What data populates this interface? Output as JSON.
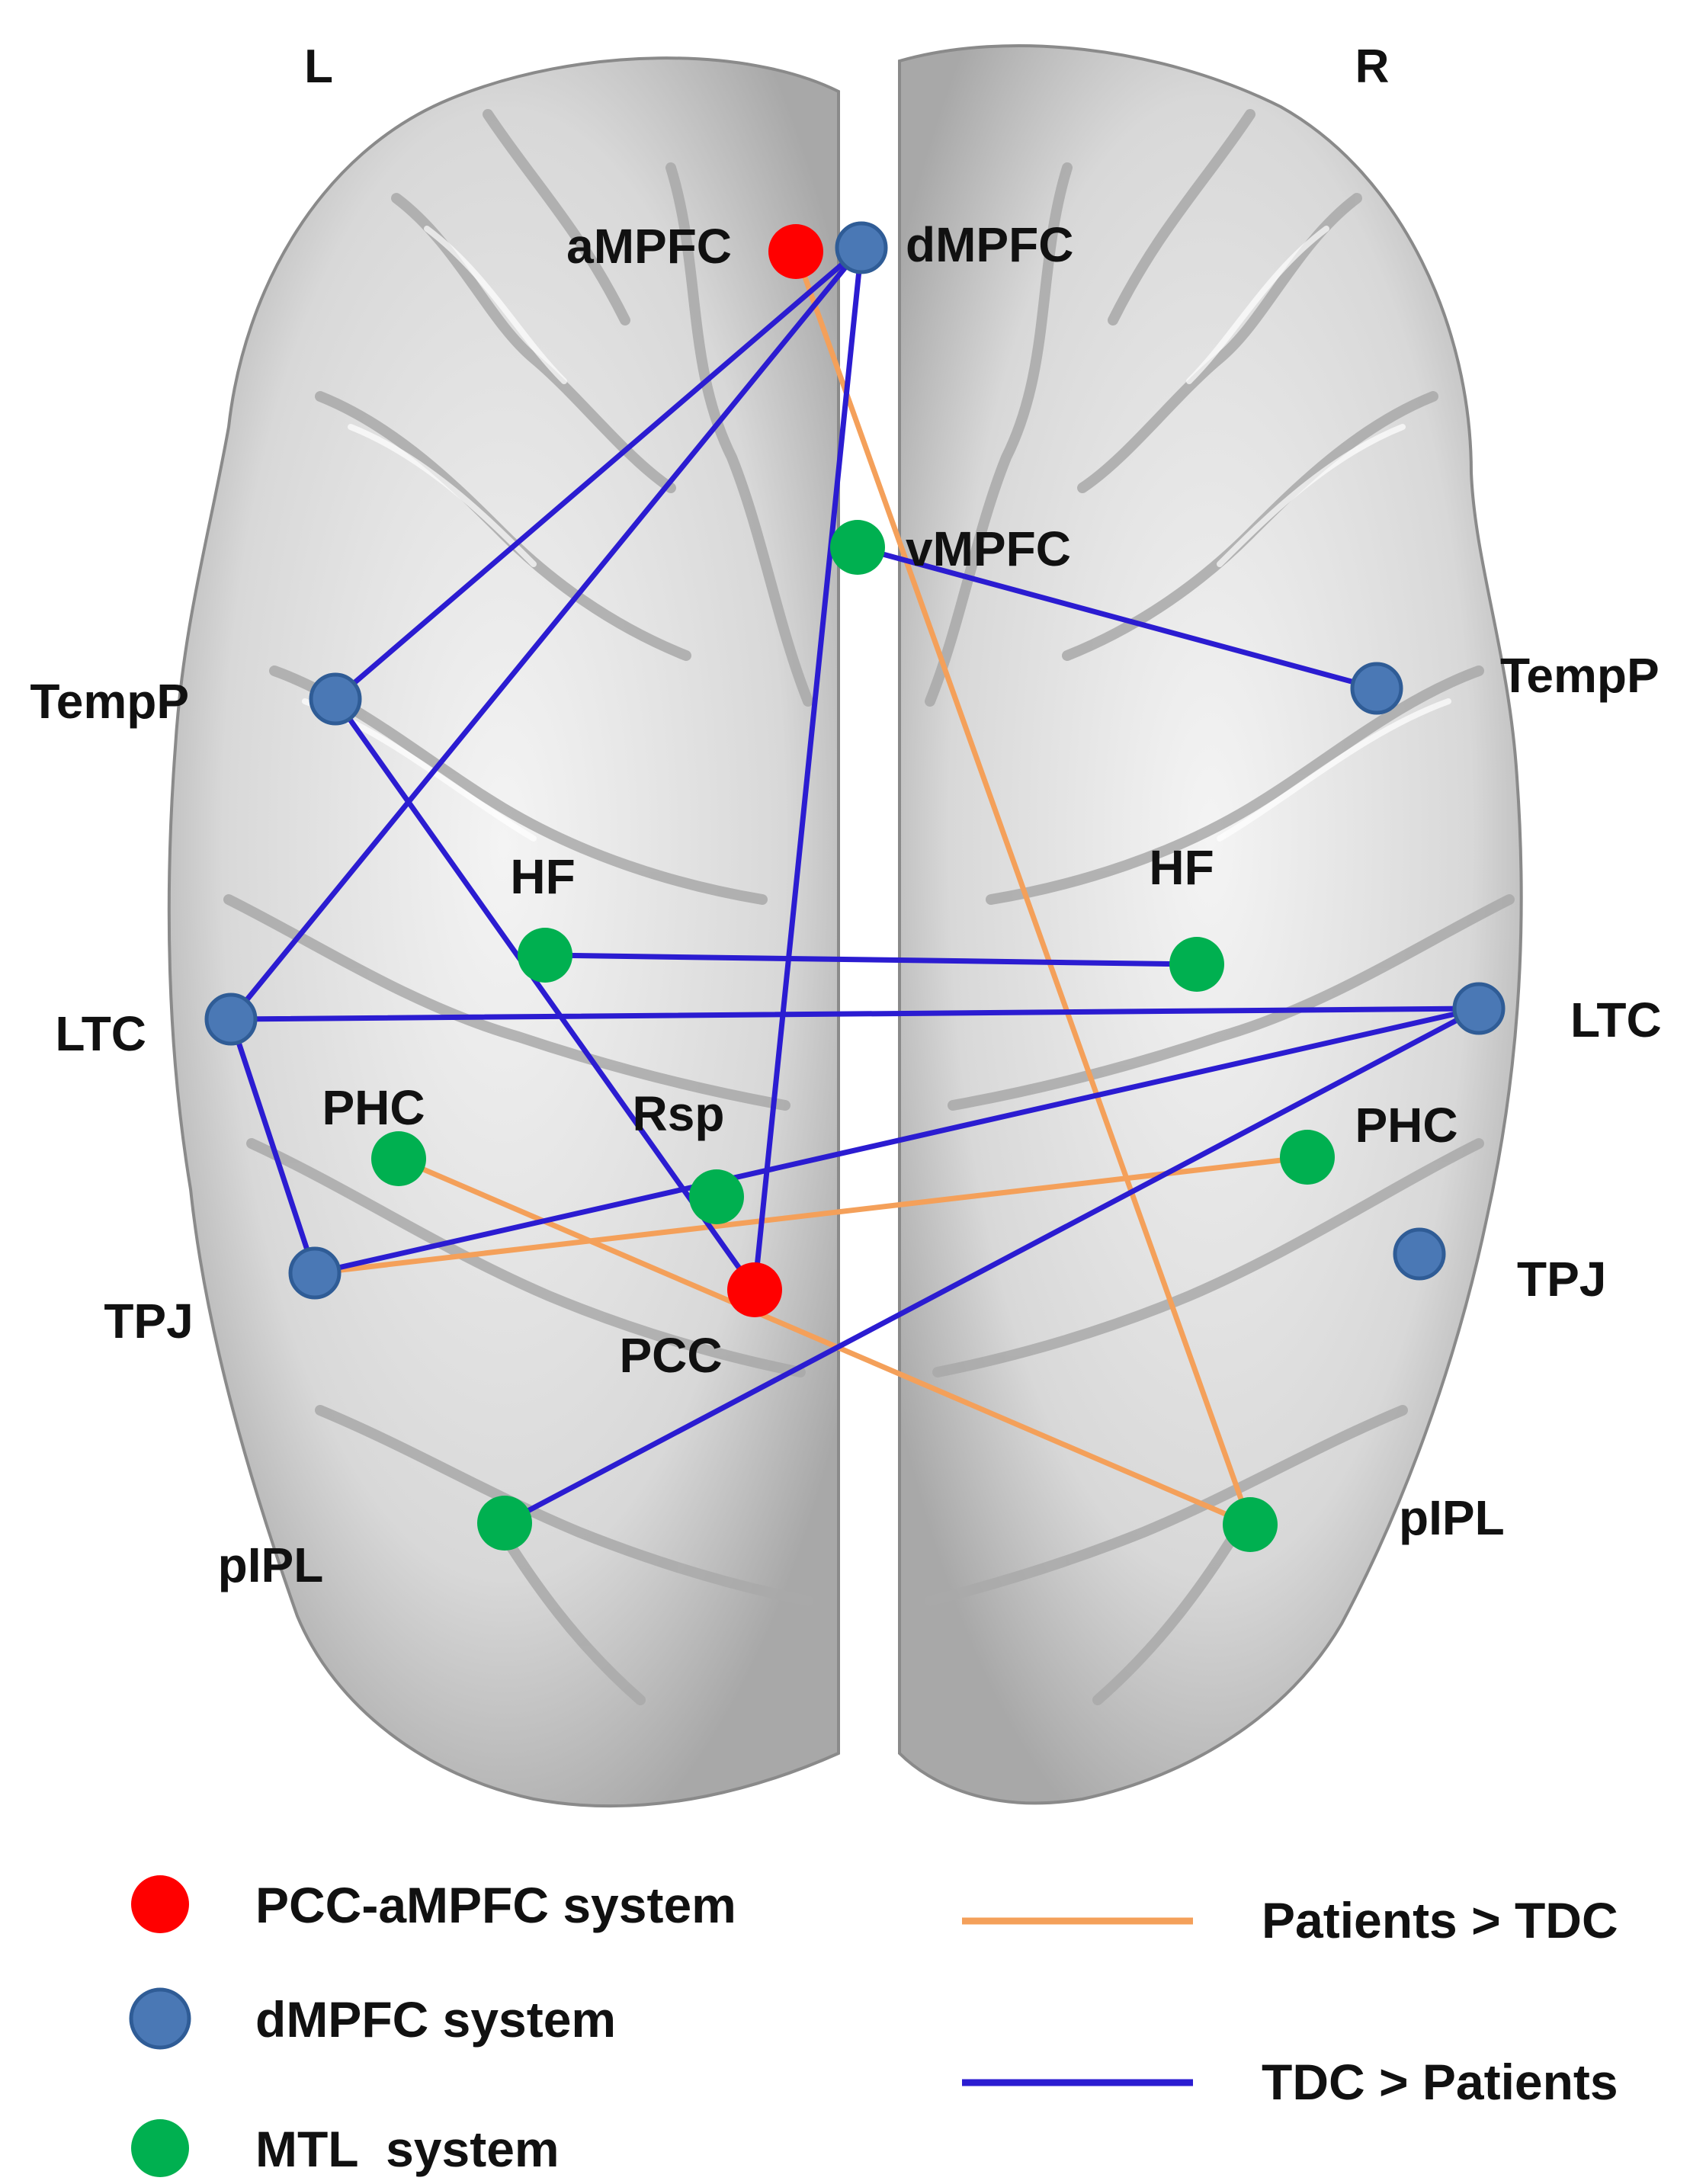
{
  "hemispheres": {
    "left": "L",
    "right": "R"
  },
  "colors": {
    "pcc_system": "#ff0000",
    "dmpfc_system": "#4a78b5",
    "mtl_system": "#00b050",
    "patients_gt_tdc": "#f4a05a",
    "tdc_gt_patients": "#2b1cd1",
    "node_outline": "#2f5c96",
    "brain_fill": "#e9e9e9",
    "brain_shade": "#9a9a9a"
  },
  "nodes": [
    {
      "id": "aMPFC",
      "label": "aMPFC",
      "system": "pcc"
    },
    {
      "id": "dMPFC",
      "label": "dMPFC",
      "system": "dmpfc"
    },
    {
      "id": "vMPFC",
      "label": "vMPFC",
      "system": "mtl"
    },
    {
      "id": "TempP_L",
      "label": "TempP",
      "system": "dmpfc"
    },
    {
      "id": "TempP_R",
      "label": "TempP",
      "system": "dmpfc"
    },
    {
      "id": "HF_L",
      "label": "HF",
      "system": "mtl"
    },
    {
      "id": "HF_R",
      "label": "HF",
      "system": "mtl"
    },
    {
      "id": "LTC_L",
      "label": "LTC",
      "system": "dmpfc"
    },
    {
      "id": "LTC_R",
      "label": "LTC",
      "system": "dmpfc"
    },
    {
      "id": "PHC_L",
      "label": "PHC",
      "system": "mtl"
    },
    {
      "id": "PHC_R",
      "label": "PHC",
      "system": "mtl"
    },
    {
      "id": "Rsp",
      "label": "Rsp",
      "system": "mtl"
    },
    {
      "id": "TPJ_L",
      "label": "TPJ",
      "system": "dmpfc"
    },
    {
      "id": "TPJ_R",
      "label": "TPJ",
      "system": "dmpfc"
    },
    {
      "id": "PCC",
      "label": "PCC",
      "system": "pcc"
    },
    {
      "id": "pIPL_L",
      "label": "pIPL",
      "system": "mtl"
    },
    {
      "id": "pIPL_R",
      "label": "pIPL",
      "system": "mtl"
    }
  ],
  "edges": [
    {
      "from": "aMPFC",
      "to": "pIPL_R",
      "type": "patients_gt_tdc"
    },
    {
      "from": "PHC_L",
      "to": "pIPL_R",
      "type": "patients_gt_tdc"
    },
    {
      "from": "TPJ_L",
      "to": "PHC_R",
      "type": "patients_gt_tdc"
    },
    {
      "from": "dMPFC",
      "to": "TempP_L",
      "type": "tdc_gt_patients"
    },
    {
      "from": "dMPFC",
      "to": "LTC_L",
      "type": "tdc_gt_patients"
    },
    {
      "from": "dMPFC",
      "to": "PCC",
      "type": "tdc_gt_patients"
    },
    {
      "from": "vMPFC",
      "to": "TempP_R",
      "type": "tdc_gt_patients"
    },
    {
      "from": "TempP_L",
      "to": "PCC",
      "type": "tdc_gt_patients"
    },
    {
      "from": "HF_L",
      "to": "HF_R",
      "type": "tdc_gt_patients"
    },
    {
      "from": "LTC_L",
      "to": "LTC_R",
      "type": "tdc_gt_patients"
    },
    {
      "from": "LTC_L",
      "to": "TPJ_L",
      "type": "tdc_gt_patients"
    },
    {
      "from": "TPJ_L",
      "to": "LTC_R",
      "type": "tdc_gt_patients"
    },
    {
      "from": "pIPL_L",
      "to": "LTC_R",
      "type": "tdc_gt_patients"
    }
  ],
  "legend": {
    "systems": [
      {
        "key": "pcc",
        "label": "PCC-aMPFC system"
      },
      {
        "key": "dmpfc",
        "label": "dMPFC system"
      },
      {
        "key": "mtl",
        "label": "MTL  system"
      }
    ],
    "lines": [
      {
        "key": "patients_gt_tdc",
        "label": "Patients > TDC"
      },
      {
        "key": "tdc_gt_patients",
        "label": "TDC > Patients"
      }
    ]
  }
}
